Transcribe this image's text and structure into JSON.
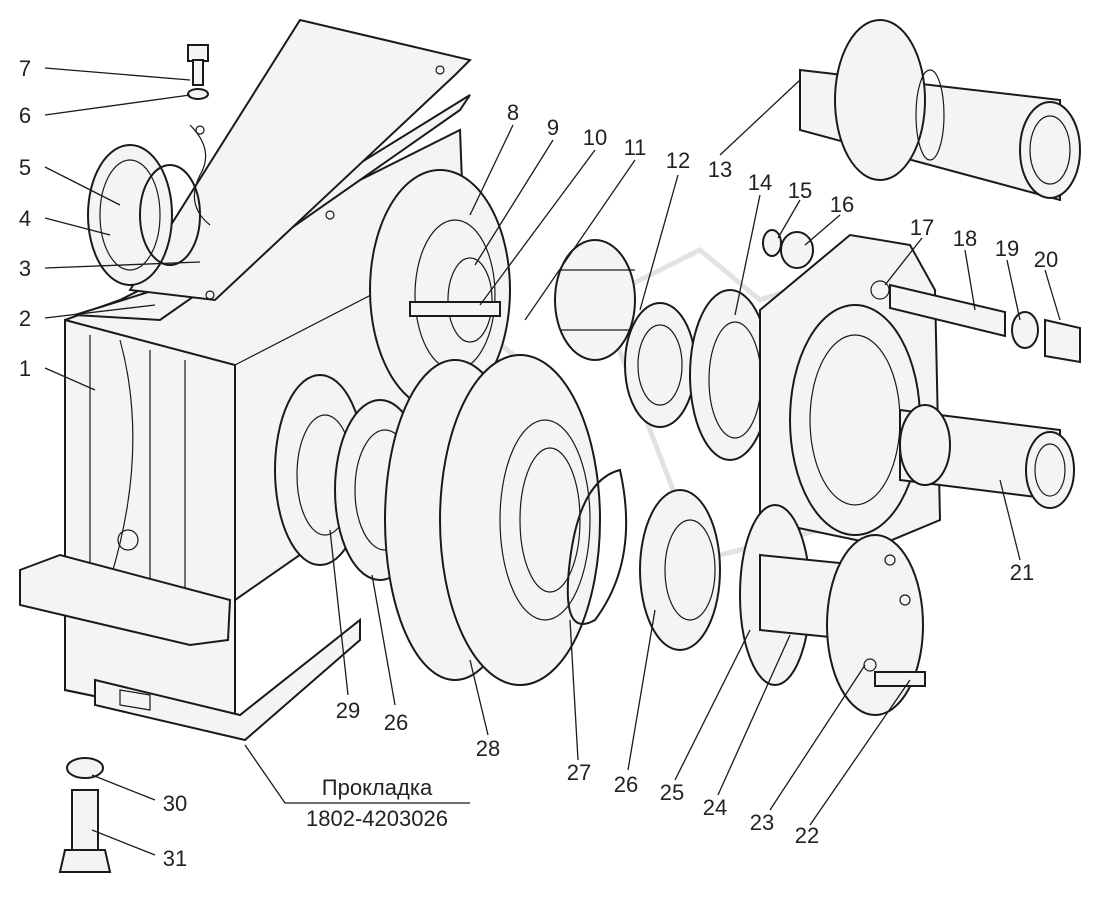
{
  "diagram": {
    "callouts": [
      "1",
      "2",
      "3",
      "4",
      "5",
      "6",
      "7",
      "8",
      "9",
      "10",
      "11",
      "12",
      "13",
      "14",
      "15",
      "16",
      "17",
      "18",
      "19",
      "20",
      "21",
      "22",
      "23",
      "24",
      "25",
      "26",
      "26",
      "27",
      "28",
      "29",
      "30",
      "31"
    ],
    "gasket_label": {
      "line1": "Прокладка",
      "line2": "1802-4203026"
    }
  },
  "colors": {
    "ink": "#1a1a1a",
    "part_fill": "#f4f4f4",
    "background": "#ffffff"
  }
}
